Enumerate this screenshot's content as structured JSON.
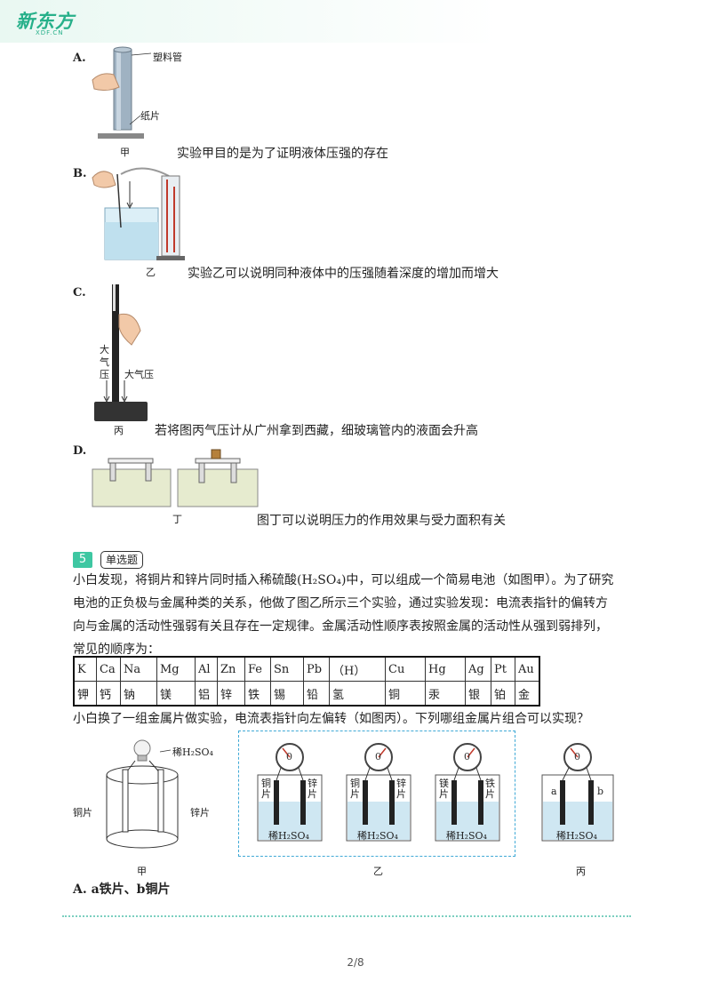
{
  "header": {
    "logo_main": "新东方",
    "logo_sub": "XDF.CN"
  },
  "options_prev": [
    {
      "letter": "A.",
      "figure_label": "甲",
      "labels": [
        "塑料管",
        "纸片"
      ],
      "text": "实验甲目的是为了证明液体压强的存在"
    },
    {
      "letter": "B.",
      "figure_label": "乙",
      "text": "实验乙可以说明同种液体中的压强随着深度的增加而增大"
    },
    {
      "letter": "C.",
      "figure_label": "丙",
      "labels": [
        "大",
        "气",
        "压",
        "大气压"
      ],
      "text": "若将图丙气压计从广州拿到西藏，细玻璃管内的液面会升高"
    },
    {
      "letter": "D.",
      "figure_label": "丁",
      "text": "图丁可以说明压力的作用效果与受力面积有关"
    }
  ],
  "question": {
    "number": "5",
    "type": "单选题",
    "lines": [
      "小白发现，将铜片和锌片同时插入稀硫酸(H₂SO₄)中，可以组成一个简易电池（如图甲）。为了研究",
      "电池的正负极与金属种类的关系，他做了图乙所示三个实验，通过实验发现：电流表指针的偏转方",
      "向与金属的活动性强弱有关且存在一定规律。金属活动性顺序表按照金属的活动性从强到弱排列，",
      "常见的顺序为："
    ],
    "after_table": "小白换了一组金属片做实验，电流表指针向左偏转（如图丙）。下列哪组金属片组合可以实现？",
    "table": {
      "symbols": [
        "K",
        "Ca",
        "Na",
        "Mg",
        "Al",
        "Zn",
        "Fe",
        "Sn",
        "Pb",
        "（H）",
        "Cu",
        "Hg",
        "Ag",
        "Pt",
        "Au"
      ],
      "names": [
        "钾",
        "钙",
        "钠",
        "镁",
        "铝",
        "锌",
        "铁",
        "锡",
        "铅",
        "氢",
        "铜",
        "汞",
        "银",
        "铂",
        "金"
      ]
    },
    "figures": {
      "jia": {
        "label": "甲",
        "acid": "稀H₂SO₄",
        "left": "铜片",
        "right": "锌片"
      },
      "yi": {
        "label": "乙",
        "beakers": [
          {
            "left": "铜片",
            "right": "锌片",
            "acid": "稀H₂SO₄"
          },
          {
            "left": "铜片",
            "right": "锌片",
            "acid": "稀H₂SO₄"
          },
          {
            "left": "镁片",
            "right": "铁片",
            "acid": "稀H₂SO₄"
          }
        ]
      },
      "bing": {
        "label": "丙",
        "a": "a",
        "b": "b",
        "acid": "稀H₂SO₄"
      },
      "meter_zero": "0"
    },
    "choice_a": "A.  a铁片、b铜片"
  },
  "footer": {
    "page": "2/8"
  },
  "colors": {
    "accent": "#3ec7a2",
    "dash": "#3fa9d6",
    "liquid": "#cfe7f2"
  }
}
